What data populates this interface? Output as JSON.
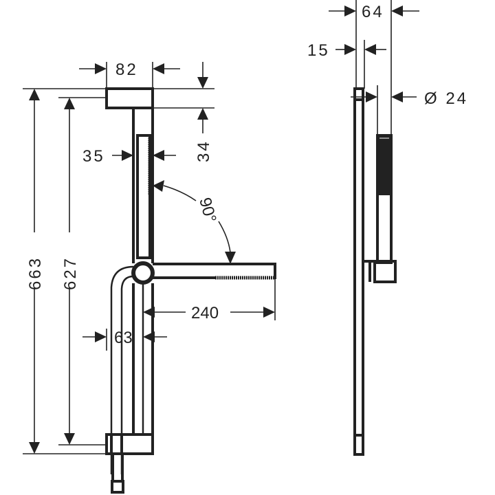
{
  "drawing": {
    "front_view": {
      "dimensions": {
        "total_height": "663",
        "rail_height": "627",
        "top_bracket_width": "82",
        "top_bracket_height": "34",
        "handshower_width": "35",
        "arm_length": "240",
        "hose_offset": "63",
        "angle": "90°"
      }
    },
    "side_view": {
      "dimensions": {
        "overall_depth": "64",
        "rail_depth": "15",
        "handshower_diameter": "Ø 24"
      }
    },
    "colors": {
      "line": "#222222",
      "background": "#ffffff"
    }
  }
}
